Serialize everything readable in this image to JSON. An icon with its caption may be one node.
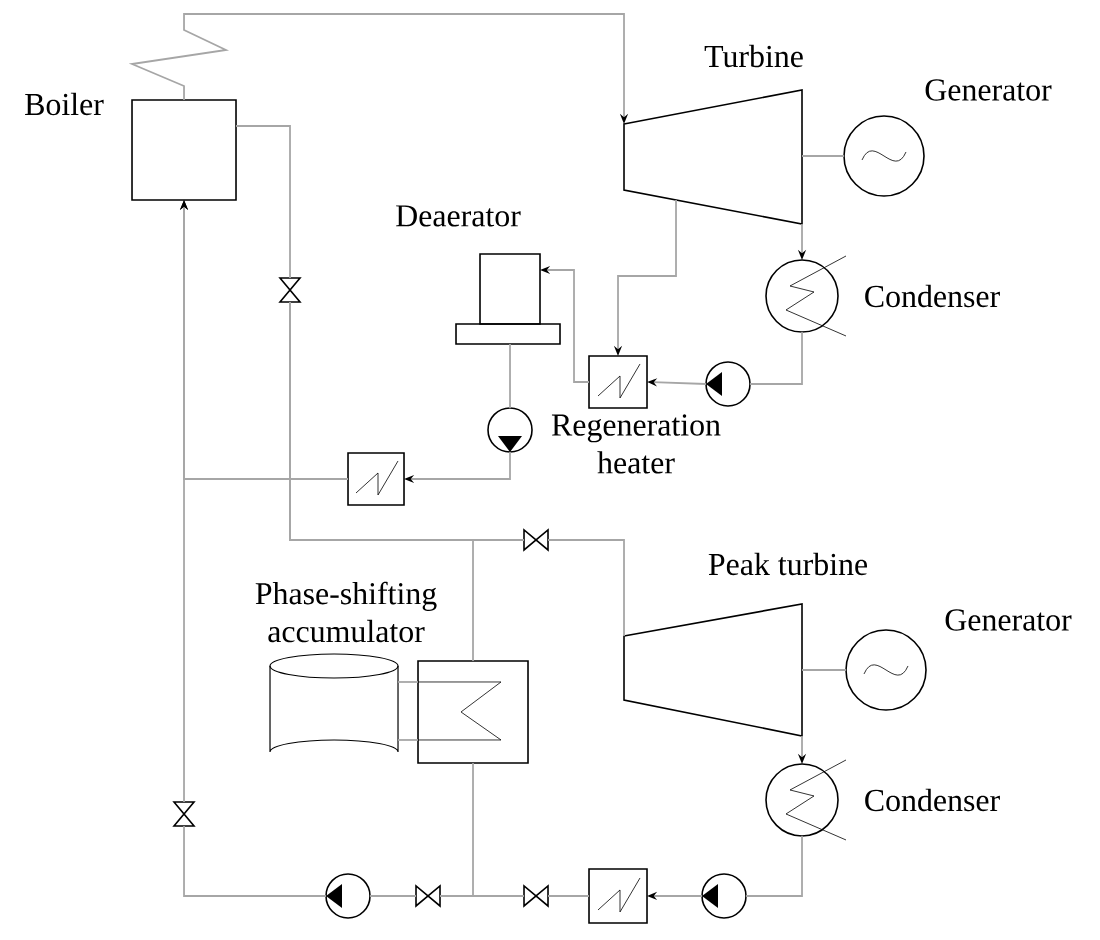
{
  "diagram": {
    "nodes": [
      {
        "text": [
          "Boiler"
        ]
      },
      {
        "text": [
          "Turbine"
        ]
      },
      {
        "text": [
          "Generator"
        ]
      },
      {
        "text": [
          "Condenser"
        ]
      },
      {
        "text": [],
        "shape": "circle"
      },
      {
        "text": [
          "Regeneration heater"
        ]
      },
      {
        "text": [
          "Deaerator"
        ]
      },
      {
        "text": [],
        "shape": "circle"
      },
      {
        "text": [],
        "shape": "box"
      },
      {
        "text": [],
        "shape": "valve"
      },
      {
        "text": [],
        "shape": "valve"
      },
      {
        "text": [
          "Peak turbine"
        ]
      },
      {
        "text": [
          "Generator"
        ]
      },
      {
        "text": [
          "Condenser"
        ]
      },
      {
        "text": [
          "Phase-shifting accumulator"
        ]
      },
      {
        "text": [],
        "shape": "box"
      },
      {
        "text": [],
        "shape": "circle"
      },
      {
        "text": [],
        "shape": "box"
      },
      {
        "text": [],
        "shape": "valve"
      },
      {
        "text": [],
        "shape": "valve"
      },
      {
        "text": [],
        "shape": "circle"
      },
      {
        "text": [],
        "shape": "valve"
      }
    ],
    "edges": [
      {
        "from": 0,
        "to": 1,
        "arrow": "to"
      },
      {
        "from": 1,
        "to": 2,
        "arrow": "none"
      },
      {
        "from": 1,
        "to": 3,
        "arrow": "to"
      },
      {
        "from": 3,
        "to": 4,
        "arrow": "none"
      },
      {
        "from": 4,
        "to": 5,
        "arrow": "to"
      },
      {
        "from": 1,
        "to": 5,
        "arrow": "to"
      },
      {
        "from": 5,
        "to": 6,
        "arrow": "to"
      },
      {
        "from": 6,
        "to": 7,
        "arrow": "none"
      },
      {
        "from": 7,
        "to": 8,
        "arrow": "to"
      },
      {
        "from": 8,
        "to": 0,
        "arrow": "to"
      },
      {
        "from": 0,
        "to": 9,
        "arrow": "none"
      },
      {
        "from": 9,
        "to": 10,
        "arrow": "none"
      },
      {
        "from": 9,
        "to": 15,
        "arrow": "none"
      },
      {
        "from": 10,
        "to": 11,
        "arrow": "none"
      },
      {
        "from": 11,
        "to": 12,
        "arrow": "none"
      },
      {
        "from": 11,
        "to": 13,
        "arrow": "to"
      },
      {
        "from": 13,
        "to": 16,
        "arrow": "none"
      },
      {
        "from": 16,
        "to": 17,
        "arrow": "to"
      },
      {
        "from": 17,
        "to": 18,
        "arrow": "none"
      },
      {
        "from": 18,
        "to": 19,
        "arrow": "none"
      },
      {
        "from": 15,
        "to": 19,
        "arrow": "none"
      },
      {
        "from": 19,
        "to": 20,
        "arrow": "none"
      },
      {
        "from": 20,
        "to": 21,
        "arrow": "none"
      },
      {
        "from": 21,
        "to": 0,
        "arrow": "to"
      },
      {
        "from": 14,
        "to": 15,
        "arrow": "none"
      },
      {
        "from": 14,
        "to": 15,
        "arrow": "none"
      }
    ]
  }
}
